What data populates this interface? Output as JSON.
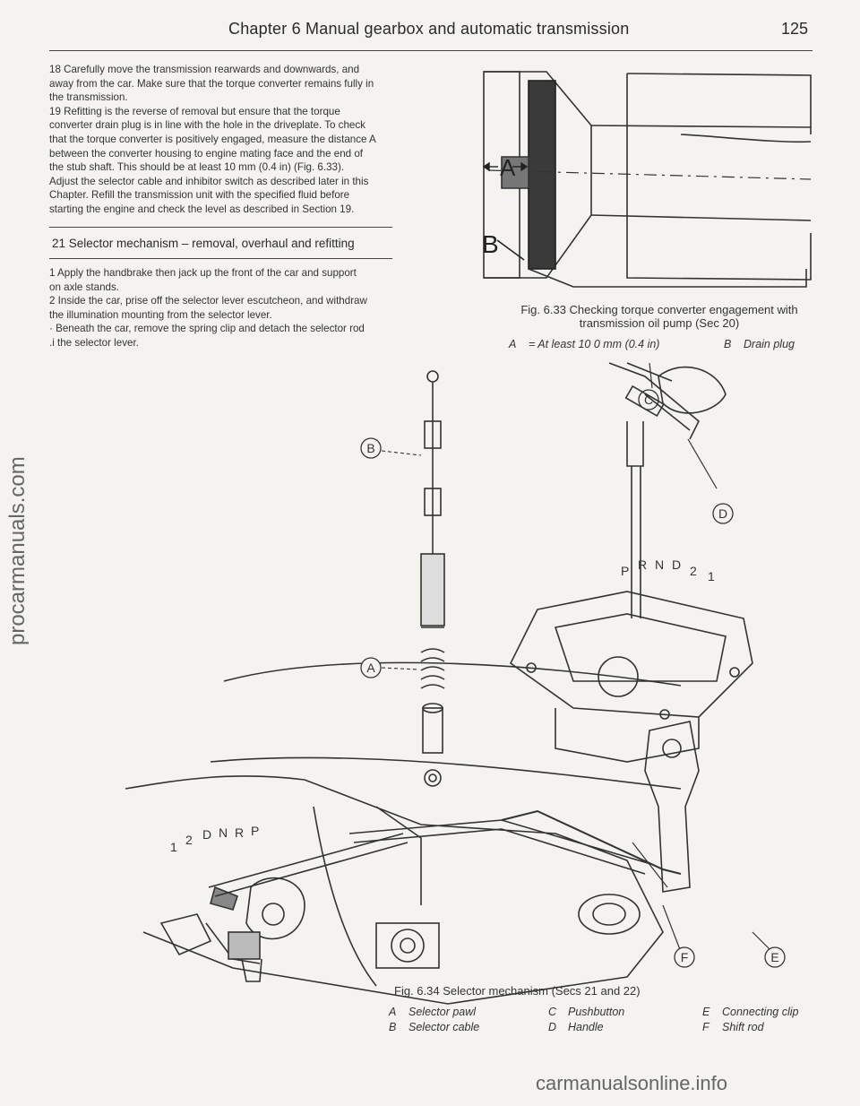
{
  "page": {
    "header": "Chapter 6 Manual gearbox and automatic transmission",
    "page_number": "125"
  },
  "left_column": {
    "para_18_19": [
      "18 Carefully move the transmission rearwards and downwards, and",
      "away from the car. Make sure that the torque converter remains fully in",
      "the transmission.",
      "19 Refitting is the reverse of removal but ensure that the torque",
      "converter drain plug is in line with the hole in the driveplate. To check",
      "that the torque converter is positively engaged, measure the distance A",
      "between the converter housing to engine mating face and the end of",
      "the stub shaft. This should be at least 10 mm (0.4 in) (Fig. 6.33).",
      "Adjust the selector cable and inhibitor switch as described later in this",
      "Chapter. Refill the transmission unit with the specified fluid before",
      "starting the engine and check the level as described in Section 19."
    ],
    "section_title": "21 Selector mechanism – removal, overhaul and refitting",
    "para_1_3": [
      "1  Apply the handbrake then jack up the front of the car and support",
      "on axle stands.",
      "2  Inside the car, prise off the selector lever escutcheon, and withdraw",
      "the illumination mounting from the selector lever.",
      "·  Beneath the car, remove the spring clip and detach the selector rod",
      ".i the selector lever."
    ]
  },
  "fig_633": {
    "label_A": "A",
    "label_B": "B",
    "caption_line1": "Fig. 6.33 Checking torque converter engagement with",
    "caption_line2": "transmission oil pump (Sec 20)",
    "legend_A_key": "A",
    "legend_A_text": "= At least 10 0 mm (0.4 in)",
    "legend_B_key": "B",
    "legend_B_text": "Drain plug"
  },
  "fig_634": {
    "callouts": {
      "A": "A",
      "B": "B",
      "C": "C",
      "D": "D",
      "E": "E",
      "F": "F"
    },
    "gate_upper": [
      "P",
      "R",
      "N",
      "D",
      "2",
      "1"
    ],
    "gate_lower": [
      "1",
      "2",
      "D",
      "N",
      "R",
      "P"
    ],
    "caption": "Fig. 6.34 Selector mechanism (Secs 21 and 22)",
    "legend": [
      {
        "key": "A",
        "text": "Selector pawl"
      },
      {
        "key": "B",
        "text": "Selector cable"
      },
      {
        "key": "C",
        "text": "Pushbutton"
      },
      {
        "key": "D",
        "text": "Handle"
      },
      {
        "key": "E",
        "text": "Connecting clip"
      },
      {
        "key": "F",
        "text": "Shift rod"
      }
    ]
  },
  "watermarks": {
    "left": "procarmanuals.com",
    "bottom": "carmanualsonline.info"
  }
}
